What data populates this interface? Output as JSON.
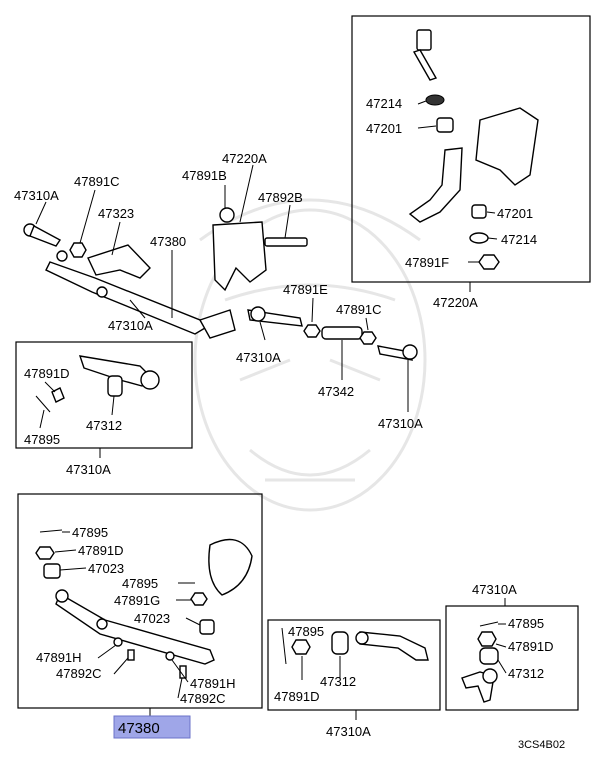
{
  "labels": {
    "l_47310A_top_left": "47310A",
    "l_47891C_top": "47891C",
    "l_47323": "47323",
    "l_47891B": "47891B",
    "l_47220A_mid": "47220A",
    "l_47892B": "47892B",
    "l_47380_mid": "47380",
    "l_47310A_under_link": "47310A",
    "l_47891E": "47891E",
    "l_47891C_mid": "47891C",
    "l_47310A_mid": "47310A",
    "l_47342": "47342",
    "l_47310A_right": "47310A",
    "b1_47214_a": "47214",
    "b1_47201_a": "47201",
    "b1_47201_b": "47201",
    "b1_47214_b": "47214",
    "b1_47891F": "47891F",
    "b1_caption": "47220A",
    "b2_47891D": "47891D",
    "b2_47312": "47312",
    "b2_47895": "47895",
    "b2_caption": "47310A",
    "b3_47895_a": "47895",
    "b3_47891D": "47891D",
    "b3_47023_a": "47023",
    "b3_47895_b": "47895",
    "b3_47891G": "47891G",
    "b3_47023_b": "47023",
    "b3_47891H_a": "47891H",
    "b3_47892C_a": "47892C",
    "b3_47891H_b": "47891H",
    "b3_47892C_b": "47892C",
    "b3_caption": "47380",
    "b4_47895": "47895",
    "b4_47312": "47312",
    "b4_47891D": "47891D",
    "b4_caption": "47310A",
    "b5_caption": "47310A",
    "b5_47895": "47895",
    "b5_47891D": "47891D",
    "b5_47312": "47312",
    "diagram_code": "3CS4B02"
  },
  "colors": {
    "highlight": "#9fa6e8",
    "watermark": "#e6e6e6"
  }
}
